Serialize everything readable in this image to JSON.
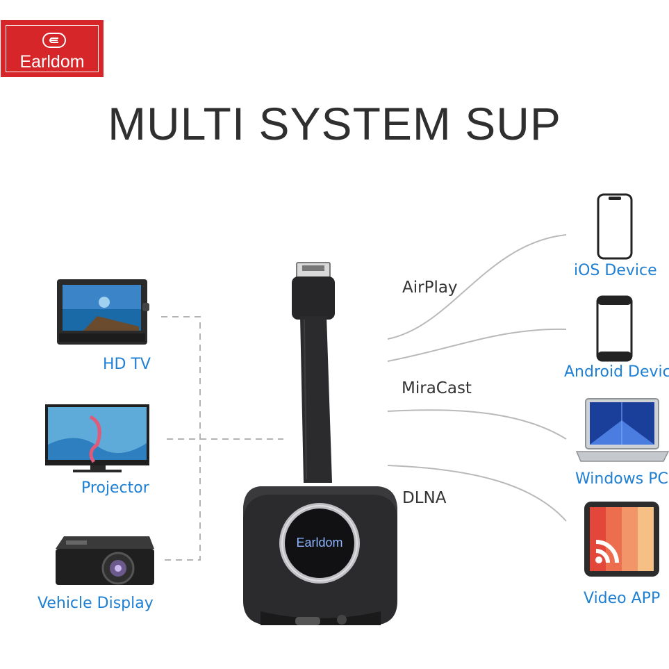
{
  "brand": {
    "logo_text": "Earldom",
    "device_badge_text": "Earldom"
  },
  "headline": "MULTI SYSTEM SUP",
  "displays": [
    {
      "label": "HD TV"
    },
    {
      "label": "Projector"
    },
    {
      "label": "Vehicle Display"
    }
  ],
  "protocols": [
    {
      "label": "AirPlay"
    },
    {
      "label": "MiraCast"
    },
    {
      "label": "DLNA"
    }
  ],
  "sources": [
    {
      "label": "iOS Device"
    },
    {
      "label": "Android Devic"
    },
    {
      "label": "Windows PC"
    },
    {
      "label": "Video APP"
    }
  ],
  "colors": {
    "brand_red": "#d7262a",
    "label_blue": "#1e7fd3",
    "device_black": "#2b2b2d"
  },
  "icons": [
    "tv-monitor-icon",
    "flat-tv-icon",
    "projector-icon",
    "smartphone-icon",
    "laptop-icon",
    "video-app-icon",
    "wireless-cast-icon"
  ]
}
